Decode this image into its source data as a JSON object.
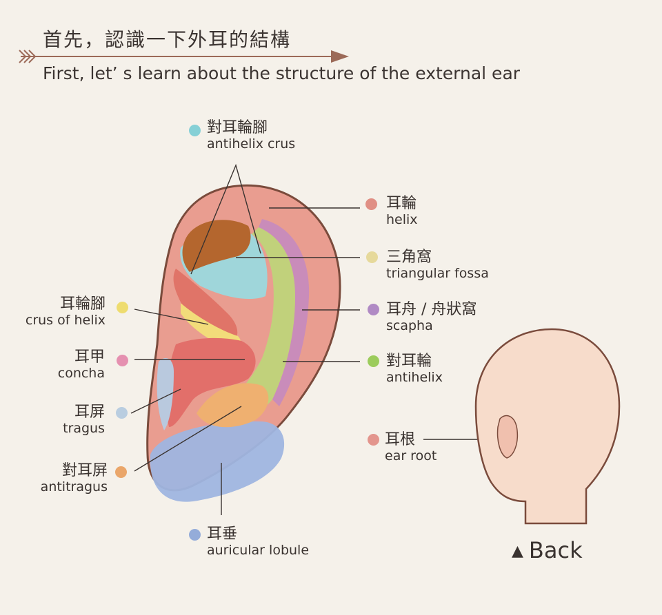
{
  "title": {
    "zh": "首先，認識一下外耳的結構",
    "en": "First, let’ s learn about the structure of the external ear"
  },
  "parts": [
    {
      "id": "antihelix-crus",
      "zh": "對耳輪腳",
      "en": "antihelix crus",
      "color": "#86d0d6"
    },
    {
      "id": "helix",
      "zh": "耳輪",
      "en": "helix",
      "color": "#e08f84"
    },
    {
      "id": "triangular-fossa",
      "zh": "三角窩",
      "en": "triangular fossa",
      "color": "#e6d99b"
    },
    {
      "id": "crus-of-helix",
      "zh": "耳輪腳",
      "en": "crus of helix",
      "color": "#eedc6f"
    },
    {
      "id": "scapha",
      "zh": "耳舟 / 舟狀窩",
      "en": "scapha",
      "color": "#b08ac4"
    },
    {
      "id": "concha",
      "zh": "耳甲",
      "en": "concha",
      "color": "#e590b0"
    },
    {
      "id": "antihelix",
      "zh": "對耳輪",
      "en": "antihelix",
      "color": "#9ccc5c"
    },
    {
      "id": "tragus",
      "zh": "耳屏",
      "en": "tragus",
      "color": "#b9cde0"
    },
    {
      "id": "ear-root",
      "zh": "耳根",
      "en": "ear root",
      "color": "#e3958d"
    },
    {
      "id": "antitragus",
      "zh": "對耳屏",
      "en": "antitragus",
      "color": "#eaa66a"
    },
    {
      "id": "auricular-lobule",
      "zh": "耳垂",
      "en": "auricular lobule",
      "color": "#94acd9"
    }
  ],
  "back_label": "Back",
  "colors": {
    "background": "#f5f1ea",
    "arrow": "#9c6a58",
    "ear_outline": "#7a4b3c",
    "helix_fill": "#e8988c",
    "head_fill": "#f7dccb"
  }
}
